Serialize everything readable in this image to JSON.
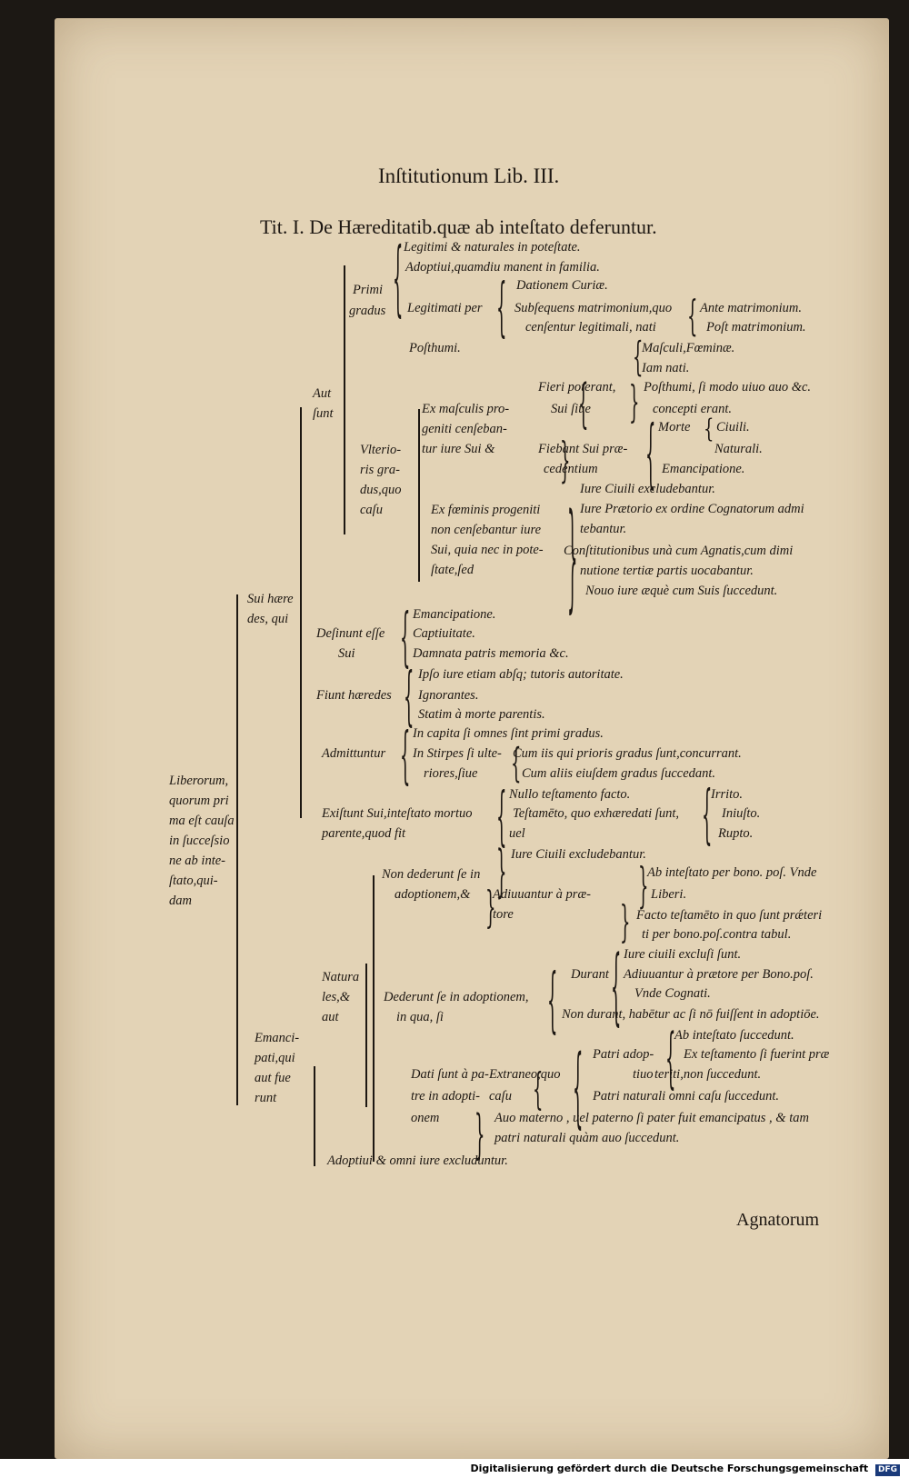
{
  "header": "Inſtitutionum Lib. III.",
  "title": "Tit. I. De Hæreditatib.quæ ab inteſtato deferuntur.",
  "catchword": "Agnatorum",
  "footer": "Digitalisierung gefördert durch die Deutsche Forschungsgemeinschaft",
  "footer_logo": "DFG",
  "lines": [
    "Legitimi & naturales in poteſtate.",
    "Adoptiui,quamdiu manent in familia.",
    "Primi",
    "gradus",
    "Dationem Curiæ.",
    "Legitimati per",
    "Subſequens matrimonium,quo",
    "Ante matrimonium.",
    "cenſentur legitimali, nati",
    "Poſt matrimonium.",
    "Poſthumi.",
    "Maſculi,Fœminæ.",
    "Iam nati.",
    "Aut",
    "ſunt",
    "Fieri poterant,",
    "Poſthumi, ſi modo uiuo auo &c.",
    "Ex maſculis pro-",
    "Sui ſiue",
    "concepti erant.",
    "geniti cenſeban-",
    "Morte",
    "Ciuili.",
    "tur iure Sui &",
    "Fiebant Sui præ-",
    "Naturali.",
    "Vlterio-",
    "cedentium",
    "Emancipatione.",
    "ris gra-",
    "dus,quo",
    "Iure Ciuili excludebantur.",
    "caſu",
    "Ex fœminis progeniti",
    "Iure Prætorio ex ordine Cognatorum admi",
    "non cenſebantur iure",
    "tebantur.",
    "Sui, quia nec in pote-",
    "Conſtitutionibus unà cum Agnatis,cum dimi",
    "ſtate,ſed",
    "nutione tertiæ partis uocabantur.",
    "Nouo iure æquè cum Suis ſuccedunt.",
    "Sui hære",
    "des, qui",
    "Emancipatione.",
    "Deſinunt eſſe",
    "Captiuitate.",
    "Sui",
    "Damnata patris memoria &c.",
    "Ipſo iure etiam abſq; tutoris autoritate.",
    "Fiunt hæredes",
    "Ignorantes.",
    "Statim à morte parentis.",
    "In capita ſi omnes ſint primi gradus.",
    "Admittuntur",
    "In Stirpes ſi ulte-",
    "Cum iis qui prioris gradus ſunt,concurrant.",
    "riores,ſiue",
    "Cum aliis eiuſdem gradus ſuccedant.",
    "Liberorum,",
    "Nullo teſtamento facto.",
    "Irrito.",
    "quorum pri",
    "Exiſtunt Sui,inteſtato mortuo",
    "Teſtamēto, quo exhæredati ſunt,",
    "Iniuſto.",
    "ma eſt cauſa",
    "parente,quod fit",
    "uel",
    "Rupto.",
    "in ſucceſsio",
    "ne ab inte-",
    "Iure Ciuili excludebantur.",
    "ſtato,qui-",
    "Non dederunt ſe in",
    "Ab inteſtato per bono. poſ. Vnde",
    "dam",
    "adoptionem,&",
    "Adiuuantur à præ-",
    "Liberi.",
    "tore",
    "Facto teſtamēto in quo ſunt prǽteri",
    "ti per bono.poſ.contra tabul.",
    "Iure ciuili excluſi ſunt.",
    "Natura",
    "Durant",
    "Adiuuantur à prætore per Bono.poſ.",
    "les,&",
    "Dederunt ſe in adoptionem,",
    "Vnde Cognati.",
    "aut",
    "in qua, ſi",
    "Non durant, habētur ac ſi nō fuiſſent in adoptiōe.",
    "Emanci-",
    "Ab inteſtato ſuccedunt.",
    "pati,qui",
    "Patri adop-",
    "Ex teſtamento ſi fuerint præ",
    "aut fue",
    "Dati ſunt à pa-",
    "Extraneo,quo",
    "tiuo",
    "teriti,non ſuccedunt.",
    "runt",
    "tre in adopti-",
    "caſu",
    "Patri naturali omni caſu ſuccedunt.",
    "onem",
    "Auo materno , uel paterno ſi pater fuit emancipatus , & tam",
    "patri naturali quàm auo ſuccedunt.",
    "Adoptiui & omni iure excluduntur."
  ]
}
